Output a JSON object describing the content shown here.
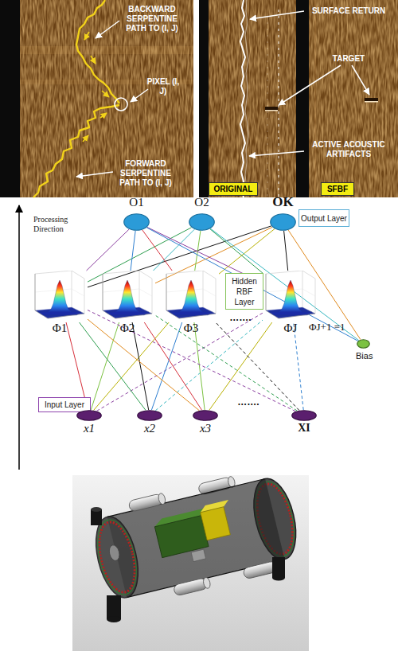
{
  "diagram": {
    "nodes": [
      {
        "text": [
          "ORIGINAL"
        ]
      },
      {
        "text": [
          "SFBF"
        ]
      },
      {
        "text": [
          "O1"
        ]
      },
      {
        "text": [
          "O2"
        ]
      },
      {
        "text": [
          "OK"
        ]
      },
      {
        "text": [
          "Output Layer"
        ]
      },
      {
        "text": [
          "Φ1"
        ]
      },
      {
        "text": [
          "Φ2"
        ]
      },
      {
        "text": [
          "Φ3"
        ]
      },
      {
        "text": [
          "Hidden RBF Layer"
        ]
      },
      {
        "text": [
          "ΦJ"
        ]
      },
      {
        "text": [
          "ΦJ+1 =1",
          "Bias"
        ]
      },
      {
        "text": [
          "Input Layer"
        ]
      },
      {
        "text": [
          "x1"
        ]
      },
      {
        "text": [
          "x2"
        ]
      },
      {
        "text": [
          "x3"
        ]
      },
      {
        "text": [
          "XI"
        ]
      }
    ],
    "edges": [
      {
        "from": 6,
        "to": 2,
        "arrow": "none"
      },
      {
        "from": 6,
        "to": 3,
        "arrow": "none"
      },
      {
        "from": 6,
        "to": 4,
        "arrow": "none"
      },
      {
        "from": 7,
        "to": 2,
        "arrow": "none"
      },
      {
        "from": 7,
        "to": 3,
        "arrow": "none"
      },
      {
        "from": 7,
        "to": 4,
        "arrow": "none"
      },
      {
        "from": 8,
        "to": 2,
        "arrow": "none"
      },
      {
        "from": 8,
        "to": 3,
        "arrow": "none"
      },
      {
        "from": 8,
        "to": 4,
        "arrow": "none"
      },
      {
        "from": 10,
        "to": 2,
        "arrow": "none"
      },
      {
        "from": 10,
        "to": 3,
        "arrow": "none"
      },
      {
        "from": 10,
        "to": 4,
        "arrow": "none"
      },
      {
        "from": 11,
        "to": 2,
        "arrow": "none"
      },
      {
        "from": 11,
        "to": 3,
        "arrow": "none"
      },
      {
        "from": 11,
        "to": 4,
        "arrow": "none"
      },
      {
        "from": 13,
        "to": 6,
        "arrow": "none"
      },
      {
        "from": 13,
        "to": 7,
        "arrow": "none"
      },
      {
        "from": 13,
        "to": 8,
        "arrow": "none"
      },
      {
        "from": 13,
        "to": 10,
        "arrow": "none"
      },
      {
        "from": 14,
        "to": 6,
        "arrow": "none"
      },
      {
        "from": 14,
        "to": 7,
        "arrow": "none"
      },
      {
        "from": 14,
        "to": 8,
        "arrow": "none"
      },
      {
        "from": 14,
        "to": 10,
        "arrow": "none"
      },
      {
        "from": 15,
        "to": 6,
        "arrow": "none"
      },
      {
        "from": 15,
        "to": 7,
        "arrow": "none"
      },
      {
        "from": 15,
        "to": 8,
        "arrow": "none"
      },
      {
        "from": 15,
        "to": 10,
        "arrow": "none"
      },
      {
        "from": 16,
        "to": 6,
        "arrow": "none"
      },
      {
        "from": 16,
        "to": 7,
        "arrow": "none"
      },
      {
        "from": 16,
        "to": 8,
        "arrow": "none"
      },
      {
        "from": 16,
        "to": 10,
        "arrow": "none"
      }
    ],
    "labels": [
      "BACKWARD SERPENTINE PATH TO (I, J)",
      "PIXEL (I, J)",
      "FORWARD SERPENTINE PATH TO (I, J)",
      "SURFACE RETURN",
      "TARGET",
      "ACTIVE ACOUSTIC ARTIFACTS",
      "Processing Direction",
      "…….",
      "……."
    ]
  }
}
